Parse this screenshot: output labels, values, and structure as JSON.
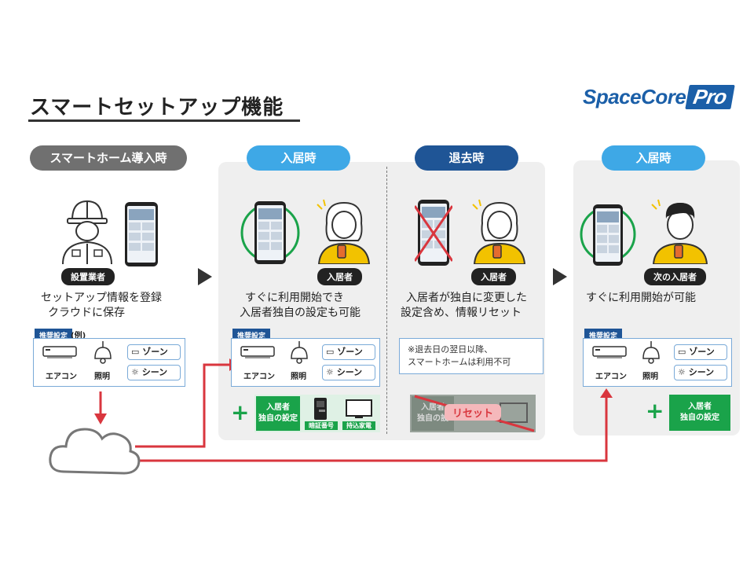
{
  "title": "スマートセットアップ機能",
  "logo": {
    "main": "SpaceCore",
    "pro": "Pro"
  },
  "col1": {
    "pill": "スマートホーム導入時",
    "person_label": "設置業者",
    "desc1": "セットアップ情報を登録",
    "desc2": "クラウドに保存",
    "rec_tag": "推奨設定",
    "rec_example": "(例)"
  },
  "col2": {
    "pill": "入居時",
    "person_label": "入居者",
    "desc1": "すぐに利用開始でき",
    "desc2": "入居者独自の設定も可能",
    "rec_tag": "推奨設定",
    "green_label1": "入居者",
    "green_label2": "独自の設定",
    "lock_label": "暗証番号",
    "tv_label": "持込家電"
  },
  "col3": {
    "pill": "退去時",
    "person_label": "入居者",
    "desc1": "入居者が独自に変更した",
    "desc2": "設定含め、情報リセット",
    "note1": "※退去日の翌日以降、",
    "note2": "スマートホームは利用不可",
    "reset_label": "リセット",
    "gray_label1": "入居者",
    "gray_label2": "独自の設"
  },
  "col4": {
    "pill": "入居時",
    "person_label": "次の入居者",
    "desc1": "すぐに利用開始が可能",
    "rec_tag": "推奨設定",
    "green_label1": "入居者",
    "green_label2": "独自の設定"
  },
  "devices": {
    "aircon": "エアコン",
    "light": "照明",
    "zone": "ゾーン",
    "scene": "シーン"
  },
  "colors": {
    "accent_blue": "#3ea8e6",
    "navy": "#1f5596",
    "green": "#1aa34a",
    "red": "#d9363e"
  }
}
